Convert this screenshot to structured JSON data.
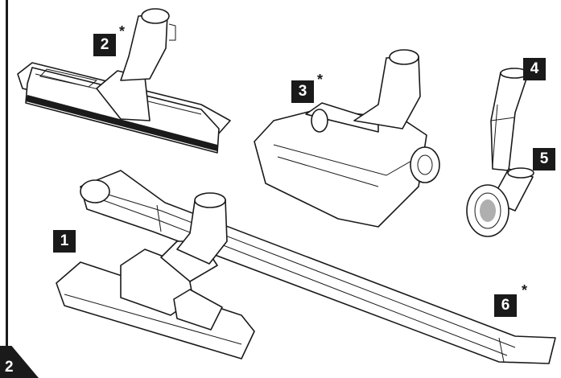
{
  "figure_number": "2",
  "items": [
    {
      "number": "1",
      "asterisk": ""
    },
    {
      "number": "2",
      "asterisk": "*"
    },
    {
      "number": "3",
      "asterisk": "*"
    },
    {
      "number": "4",
      "asterisk": ""
    },
    {
      "number": "5",
      "asterisk": ""
    },
    {
      "number": "6",
      "asterisk": "*"
    }
  ]
}
